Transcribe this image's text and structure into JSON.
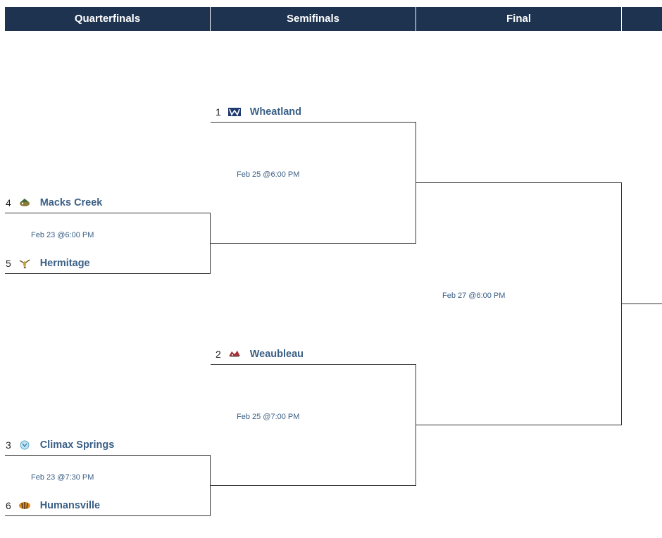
{
  "rounds": [
    "Quarterfinals",
    "Semifinals",
    "Final",
    ""
  ],
  "quarterfinals": [
    {
      "top": {
        "seed": "4",
        "name": "Macks Creek",
        "logo": "macks-creek-logo-icon"
      },
      "date": "Feb 23 @6:00 PM",
      "bottom": {
        "seed": "5",
        "name": "Hermitage",
        "logo": "hermitage-hornet-logo-icon"
      }
    },
    {
      "top": {
        "seed": "3",
        "name": "Climax Springs",
        "logo": "climax-springs-logo-icon"
      },
      "date": "Feb 23 @7:30 PM",
      "bottom": {
        "seed": "6",
        "name": "Humansville",
        "logo": "humansville-tiger-logo-icon"
      }
    }
  ],
  "semifinals": [
    {
      "top": {
        "seed": "1",
        "name": "Wheatland",
        "logo": "wheatland-logo-icon"
      },
      "date": "Feb 25 @6:00 PM"
    },
    {
      "top": {
        "seed": "2",
        "name": "Weaubleau",
        "logo": "weaubleau-logo-icon"
      },
      "date": "Feb 25 @7:00 PM"
    }
  ],
  "final": {
    "date": "Feb 27 @6:00 PM"
  },
  "colors": {
    "header_bg": "#1e3350",
    "team_text": "#3a5f85",
    "line": "#333333"
  }
}
